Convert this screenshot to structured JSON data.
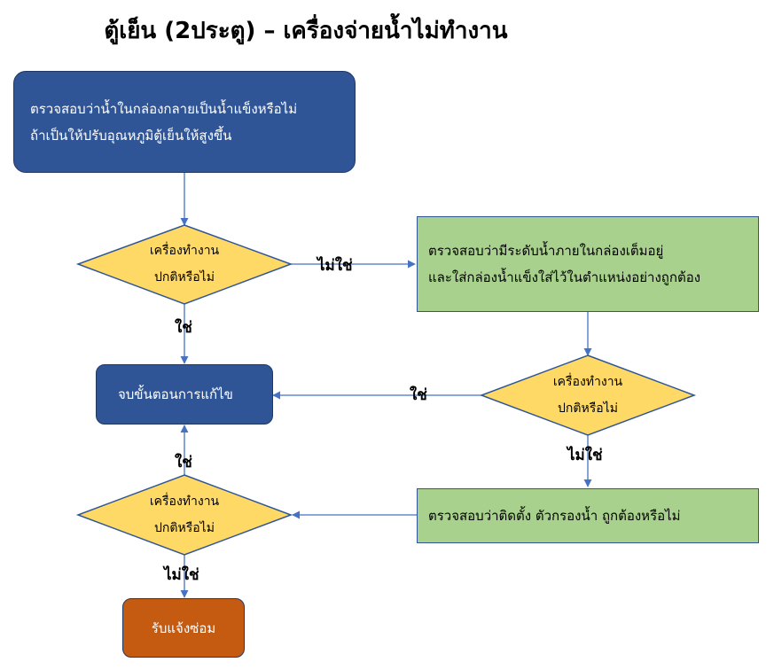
{
  "title": "ตู้เย็น (2ประตู) – เครื่องจ่ายน้ำไม่ทำงาน",
  "steps": {
    "check_ice_bin": "ตรวจสอบว่าน้ำในกล่องกลายเป็นน้ำแข็งหรือไม่\nถ้าเป็นให้ปรับอุณหภูมิตู้เย็นให้สูงขึ้น",
    "check_water_level": "ตรวจสอบว่ามีระดับน้ำภายในกล่องเต็มอยู่\nและใส่กล่องน้ำแข็งใส่ไว้ในตำแหน่งอย่างถูกต้อง",
    "check_filter": "ตรวจสอบว่าติดตั้ง ตัวกรองน้ำ ถูกต้องหรือไม่",
    "end": "จบขั้นตอนการแก้ไข",
    "request_repair": "รับแจ้งซ่อม"
  },
  "decisions": {
    "d1": "เครื่องทำงาน\nปกติหรือไม่",
    "d2": "เครื่องทำงาน\nปกติหรือไม่",
    "d3": "เครื่องทำงาน\nปกติหรือไม่"
  },
  "labels": {
    "d1_no": "ไม่ใช่",
    "d1_yes": "ใช่",
    "d2_yes": "ใช่",
    "d2_no": "ไม่ใช่",
    "d3_yes": "ใช่",
    "d3_no": "ไม่ใช่"
  },
  "colors": {
    "blue_box": "#2f5597",
    "green_box": "#a9d18e",
    "decision": "#ffd966",
    "orange_box": "#c55a11",
    "connector": "#4472c4"
  }
}
